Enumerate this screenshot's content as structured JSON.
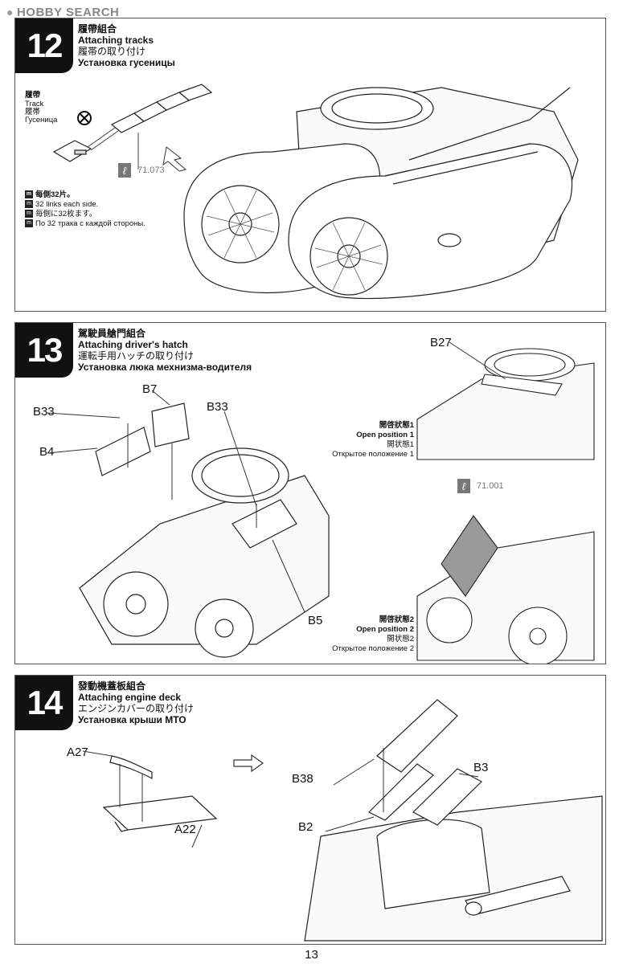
{
  "watermark": {
    "text": "HOBBY SEARCH",
    "logo": "hobby-search-logo"
  },
  "step12": {
    "number": "12",
    "title_zh": "履帶組合",
    "title_en": "Attaching tracks",
    "title_jp": "履帯の取り付け",
    "title_ru": "Установка гусеницы",
    "part_label": {
      "zh": "履帶",
      "en": "Track",
      "jp": "履帯",
      "ru": "Гусеница"
    },
    "paint_code": "71.073",
    "notes": [
      {
        "text": "每側32片。"
      },
      {
        "text": "32 links each side."
      },
      {
        "text": "毎側に32枚ます。"
      },
      {
        "text": "По 32 трака с каждой стороны."
      }
    ]
  },
  "step13": {
    "number": "13",
    "title_zh": "駕駛員艙門組合",
    "title_en": "Attaching driver's hatch",
    "title_jp": "運転手用ハッチの取り付け",
    "title_ru": "Установка люка мехнизма-водителя",
    "parts": {
      "b33a": "B33",
      "b7": "B7",
      "b33b": "B33",
      "b4": "B4",
      "b5": "B5",
      "b27": "B27"
    },
    "paint_code": "71.001",
    "position1": {
      "zh": "開啓狀態1",
      "en": "Open position 1",
      "jp": "開状態1",
      "ru": "Открытое положение 1"
    },
    "position2": {
      "zh": "開啓狀態2",
      "en": "Open position 2",
      "jp": "開状態2",
      "ru": "Открытое положение 2"
    }
  },
  "step14": {
    "number": "14",
    "title_zh": "發動機蓋板組合",
    "title_en": "Attaching engine deck",
    "title_jp": "エンジンカバーの取り付け",
    "title_ru": "Установка крыши МТО",
    "parts": {
      "a27": "A27",
      "a22": "A22",
      "b38": "B38",
      "b3": "B3",
      "b2": "B2"
    }
  },
  "page_number": "13"
}
